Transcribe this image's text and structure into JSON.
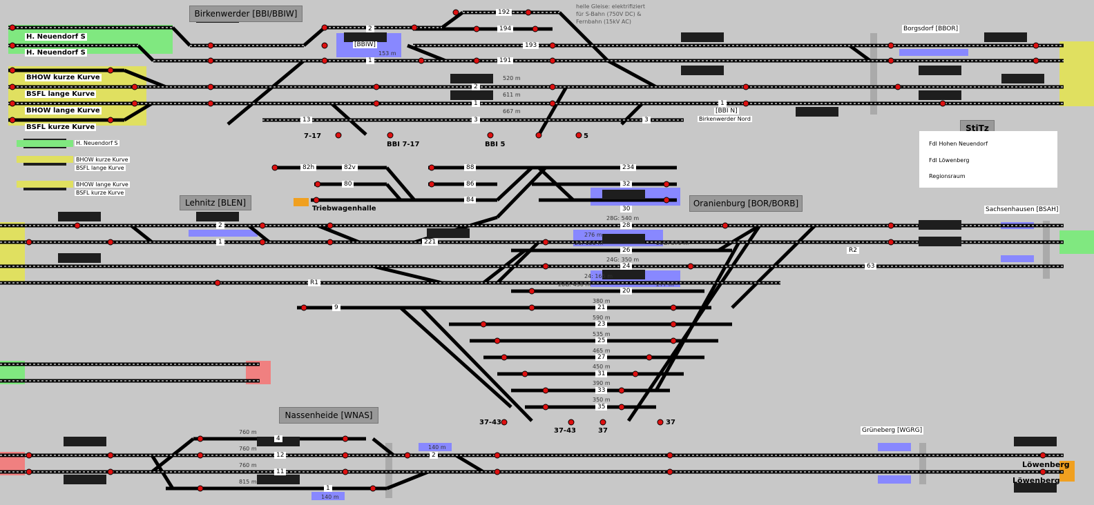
{
  "stations": {
    "birkenwerder": "Birkenwerder [BBI/BBIW]",
    "lehnitz": "Lehnitz [BLEN]",
    "oranienburg": "Oranienburg [BOR/BORB]",
    "nassenheide": "Nassenheide [WNAS]",
    "borgsdorf": "Borgsdorf [BBOR]",
    "sachsenhausen": "Sachsenhausen [BSAH]",
    "grueneberg": "Grüneberg [WGRG]",
    "stitz": "StiTz"
  },
  "note": {
    "l1": "helle Gleise: elektrifiziert",
    "l2": "für S-Bahn (750V DC) &",
    "l3": "Fernbahn (15kV AC)"
  },
  "left_routes": [
    "H. Neuendorf S",
    "H. Neuendorf S",
    "BHOW kurze Kurve",
    "BSFL lange Kurve",
    "BHOW lange Kurve",
    "BSFL kurze Kurve"
  ],
  "legend_left": [
    "H. Neuendorf S",
    "BHOW kurze Kurve",
    "BSFL lange Kurve",
    "BHOW lange Kurve",
    "BSFL kurze Kurve"
  ],
  "stitz_items": [
    "Fdl Hohen Neuendorf",
    "Fdl Löwenberg",
    "Regionsraum"
  ],
  "places": {
    "bbiw": "[BBIW]",
    "bbin": "[BBI N]",
    "bbi_nord": "Birkenwerder Nord",
    "triebwagenhalle": "Triebwagenhalle",
    "bbi717": "BBI 7-17",
    "s717": "7-17",
    "bbi5": "BBI 5",
    "s5": "5",
    "s3743a": "37-43",
    "s3743b": "37-43",
    "s37a": "37",
    "s37b": "37",
    "loew1": "Löwenberg",
    "loew2": "Löwenberg"
  },
  "colors": {
    "green": "#80e880",
    "yellow": "#e0e060",
    "red": "#f08080",
    "blue": "#8888ff",
    "orange": "#f0a020",
    "signal": "#dd1111"
  },
  "tracks": {
    "t192": "192",
    "t194": "194",
    "t193": "193",
    "t191": "191",
    "t2": "2",
    "t1": "1",
    "t3": "3",
    "t13": "13",
    "t82h": "82h",
    "t82v": "82v",
    "t80": "80",
    "t84": "84",
    "t88": "88",
    "t86": "86",
    "t234": "234",
    "t32": "32",
    "t30": "30",
    "t28": "28",
    "t26": "26",
    "t24": "24",
    "t20": "20",
    "t21": "21",
    "t23": "23",
    "t25": "25",
    "t27": "27",
    "t31": "31",
    "t33": "33",
    "t35": "35",
    "l2": "2",
    "l1": "1",
    "lr1": "R1",
    "t9": "9",
    "t221": "221",
    "r2": "R2",
    "t63": "63",
    "n4": "4",
    "n12": "12",
    "n11": "11",
    "n1": "1",
    "n2": "2"
  },
  "lengths": {
    "m520": "520 m",
    "m611": "611 m",
    "m667": "667 m",
    "m153": "153 m",
    "m276": "276 m",
    "m277": "277 m",
    "g540": "28G: 540 m",
    "g156": "26: 156 m",
    "g370": "26G: 370 m",
    "g350": "24G: 350 m",
    "g165": "24: 165 m",
    "g450": "20G: 450 m",
    "m380": "380 m",
    "m590": "590 m",
    "m535": "535 m",
    "m465": "465 m",
    "m450": "450 m",
    "m390": "390 m",
    "m350": "350 m",
    "n760a": "760 m",
    "n760b": "760 m",
    "n760c": "760 m",
    "n815": "815 m",
    "n140a": "140 m",
    "n140b": "140 m"
  }
}
